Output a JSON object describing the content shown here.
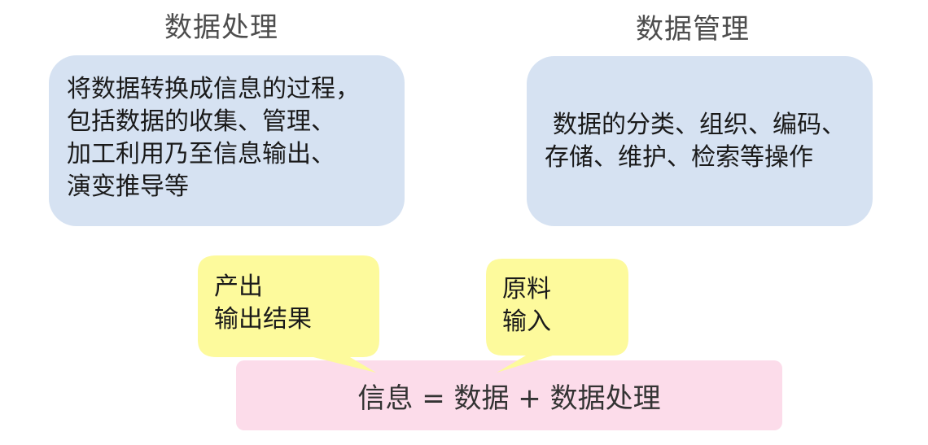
{
  "titles": {
    "left": "数据处理",
    "right": "数据管理"
  },
  "processing_box": {
    "lines": [
      "将数据转换成信息的过程，",
      "包括数据的收集、管理、",
      "加工利用乃至信息输出、",
      "演变推导等"
    ]
  },
  "management_box": {
    "lines": [
      "数据的分类、组织、编码、",
      "存储、维护、检索等操作"
    ]
  },
  "output_callout": {
    "lines": [
      "产出",
      "输出结果"
    ]
  },
  "input_callout": {
    "lines": [
      "原料",
      "输入"
    ]
  },
  "formula": {
    "text": "信息 = 数据 + 数据处理"
  },
  "colors": {
    "blue_box": "#d6e2f2",
    "yellow_callout": "#fdfa9c",
    "pink_box": "#fcdcea",
    "title_text": "#4d4d4d"
  }
}
